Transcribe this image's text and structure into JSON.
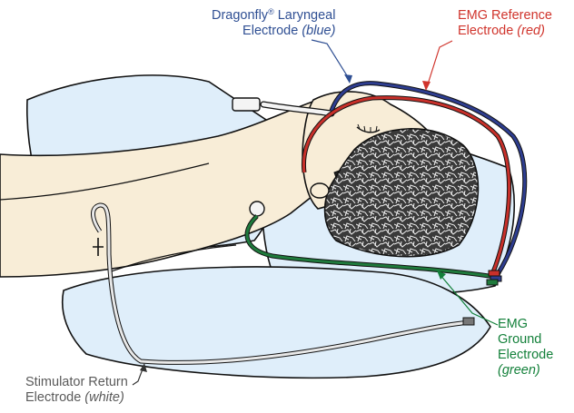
{
  "labels": {
    "laryngeal": {
      "line1_pre": "Dragonfly",
      "line1_sup": "®",
      "line1_post": " Laryngeal",
      "line2_main": "Electrode ",
      "line2_note": "(blue)"
    },
    "reference": {
      "line1": "EMG Reference",
      "line2_main": "Electrode ",
      "line2_note": "(red)"
    },
    "ground": {
      "line1": "EMG",
      "line2": "Ground",
      "line3": "Electrode",
      "line4": "(green)"
    },
    "stimulator": {
      "line1": "Stimulator Return",
      "line2_main": "Electrode ",
      "line2_note": "(white)"
    }
  },
  "colors": {
    "blue_wire": "#2e3d8f",
    "red_wire": "#c8302a",
    "green_wire": "#1f7a3c",
    "white_wire": "#e8e8e8",
    "skin": "#f8edd7",
    "pillow": "#dfeefa",
    "label_blue": "#2f4f93",
    "label_red": "#d0342c",
    "label_green": "#13803a",
    "label_gray": "#5a5a5a"
  }
}
